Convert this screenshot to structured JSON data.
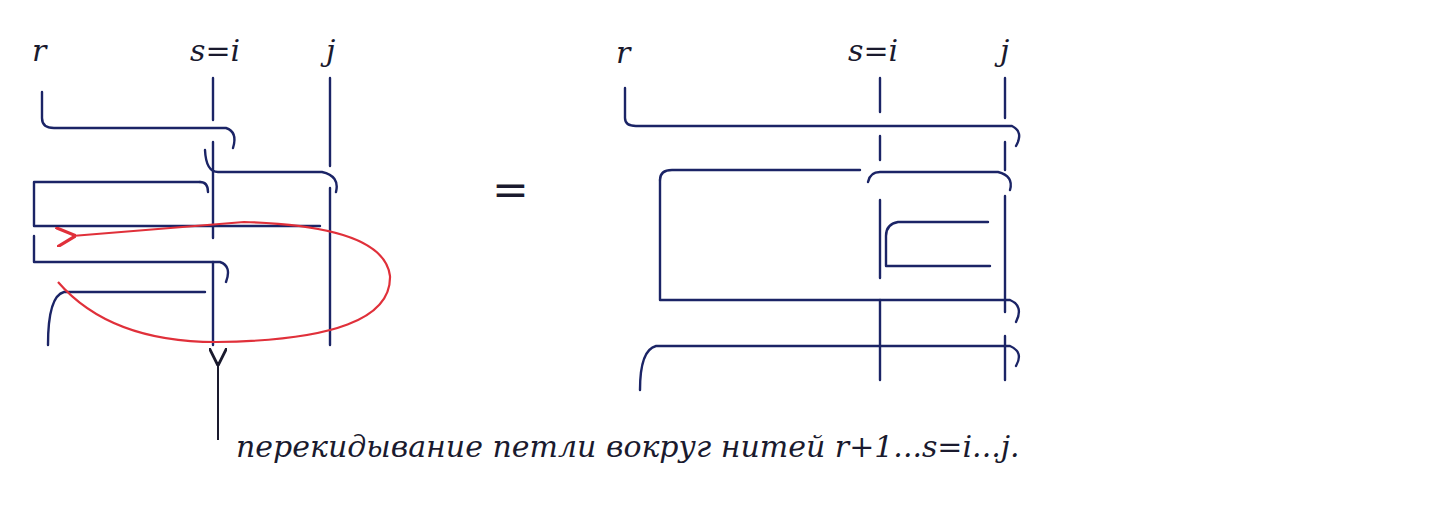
{
  "diagram": {
    "labels": [
      "r",
      "s=i",
      "j",
      "=",
      "r",
      "s=i",
      "j",
      "перекидывание петли вокруг нитей r+1...s=i...j."
    ]
  }
}
